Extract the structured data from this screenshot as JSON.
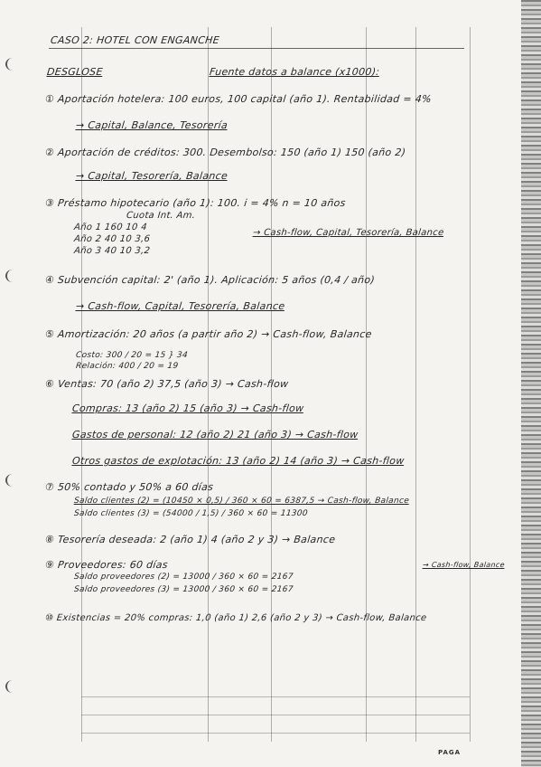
{
  "header": {
    "title": "CASO 2: HOTEL CON ENGANCHE"
  },
  "subheader": {
    "left": "DESGLOSE",
    "right": "Fuente datos a balance (x1000):"
  },
  "items": [
    {
      "text": "① Aportación hotelera: 100 euros, 100 capital (año 1). Rentabilidad = 4%"
    },
    {
      "text": "→ Capital, Balance, Tesorería"
    },
    {
      "text": "② Aportación de créditos: 300. Desembolso: 150 (año 1) 150 (año 2)"
    },
    {
      "text": "→ Capital, Tesorería, Balance"
    },
    {
      "text": "③ Préstamo hipotecario (año 1): 100. i = 4%  n = 10 años"
    },
    {
      "text": "Cuota  Int.  Am."
    },
    {
      "text": "Año 1    160    10    4"
    },
    {
      "text": "Año 2    40    10    3,6"
    },
    {
      "text": "Año 3    40    10    3,2"
    },
    {
      "text": "→ Cash-flow, Capital, Tesorería, Balance"
    },
    {
      "text": "④ Subvención capital: 2' (año 1). Aplicación: 5 años (0,4 / año)"
    },
    {
      "text": "→ Cash-flow, Capital, Tesorería, Balance"
    },
    {
      "text": "⑤ Amortización: 20 años (a partir año 2) → Cash-flow, Balance"
    },
    {
      "text": "Costo: 300 / 20 = 15 } 34"
    },
    {
      "text": "Relación: 400 / 20 = 19"
    },
    {
      "text": "⑥ Ventas: 70 (año 2) 37,5 (año 3) → Cash-flow"
    },
    {
      "text": "Compras: 13 (año 2) 15 (año 3) → Cash-flow"
    },
    {
      "text": "Gastos de personal: 12 (año 2) 21 (año 3) → Cash-flow"
    },
    {
      "text": "Otros gastos de explotación: 13 (año 2) 14 (año 3) → Cash-flow"
    },
    {
      "text": "⑦ 50% contado y 50% a 60 días"
    },
    {
      "text": "Saldo clientes (2) = (10450 × 0,5) / 360 × 60 = 6387,5 → Cash-flow, Balance"
    },
    {
      "text": "Saldo clientes (3) = (54000 / 1,5) / 360 × 60 = 11300"
    },
    {
      "text": "⑧ Tesorería deseada: 2 (año 1) 4 (año 2 y 3) → Balance"
    },
    {
      "text": "⑨ Proveedores: 60 días"
    },
    {
      "text": "Saldo proveedores (2) = 13000 / 360 × 60 = 2167"
    },
    {
      "text": "Saldo proveedores (3) = 13000 / 360 × 60 = 2167"
    },
    {
      "text": "→ Cash-flow, Balance"
    },
    {
      "text": "⑩ Existencias = 20% compras: 1,0 (año 1) 2,6 (año 2 y 3) → Cash-flow, Balance"
    }
  ],
  "footer": {
    "label": "PAGA"
  }
}
